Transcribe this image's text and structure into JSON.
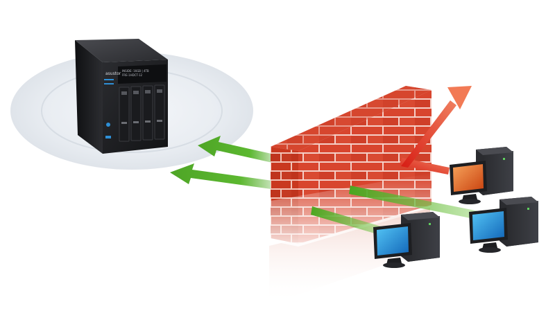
{
  "nas": {
    "brand": "asustor",
    "front_text_line1": "INSIDE: 16GB | 4TB",
    "front_text_line2": "FRE-1HDCT-12"
  },
  "colors": {
    "allowed_arrow": "#5fb832",
    "blocked_arrow": "#e2231a",
    "wall_brick": "#d9452f",
    "wall_mortar": "#f6d7cf",
    "monitor_blue": "#1e88d8",
    "monitor_orange": "#e8631c",
    "nas_body": "#1e1f22",
    "platform": "#eef2f6"
  },
  "icons": {
    "nas": "nas-server-icon",
    "firewall": "brick-wall-icon",
    "computer": "desktop-computer-icon"
  }
}
